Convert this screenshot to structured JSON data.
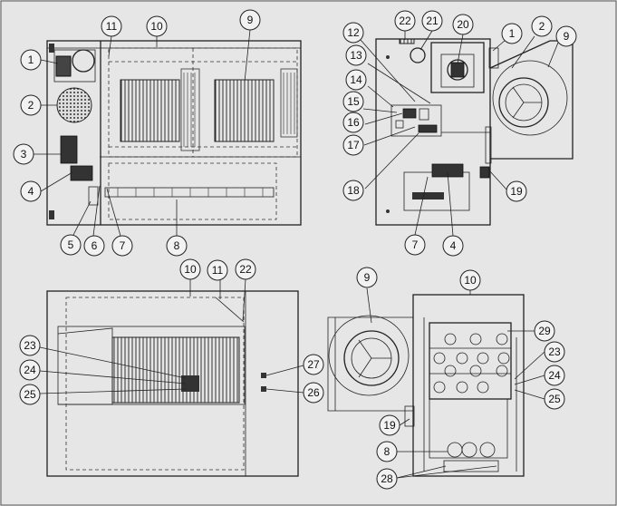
{
  "callouts": {
    "view_left_elevation": [
      "1",
      "2",
      "3",
      "4",
      "5",
      "6",
      "7",
      "8",
      "9",
      "10",
      "11"
    ],
    "view_right_side": [
      "1",
      "2",
      "7",
      "4",
      "9",
      "12",
      "13",
      "14",
      "15",
      "16",
      "17",
      "18",
      "19",
      "20",
      "21",
      "22"
    ],
    "view_top_plan": [
      "10",
      "11",
      "22",
      "23",
      "24",
      "25",
      "26",
      "27"
    ],
    "view_front_end": [
      "8",
      "9",
      "10",
      "19",
      "23",
      "24",
      "25",
      "28",
      "29"
    ]
  }
}
